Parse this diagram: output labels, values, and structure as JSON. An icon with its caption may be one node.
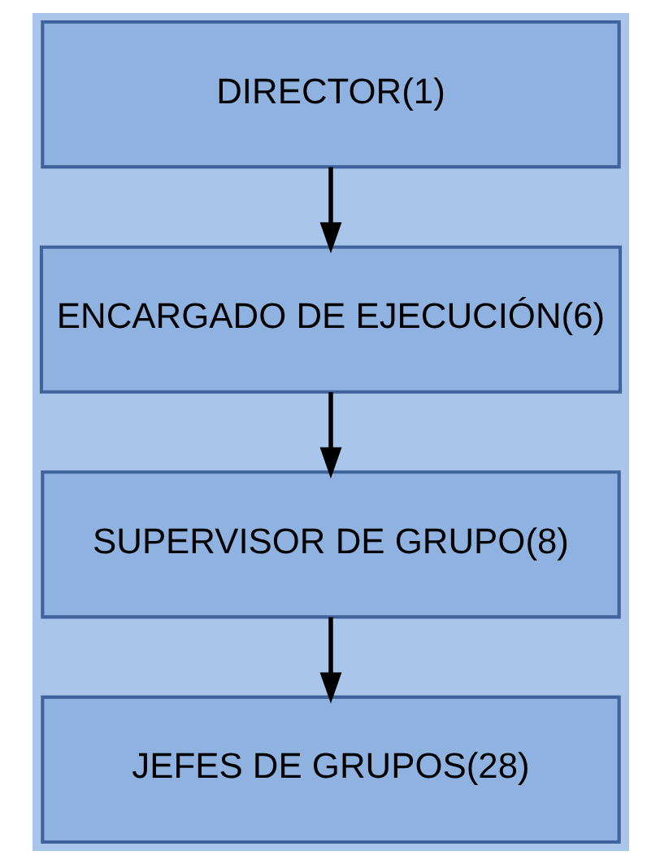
{
  "diagram": {
    "nodes": [
      {
        "text": [
          "DIRECTOR(1)"
        ]
      },
      {
        "text": [
          "ENCARGADO DE EJECUCIÓN(6)"
        ]
      },
      {
        "text": [
          "SUPERVISOR DE GRUPO(8)"
        ]
      },
      {
        "text": [
          "JEFES DE GRUPOS(28)"
        ]
      }
    ],
    "edges": [
      {
        "from": 0,
        "to": 1,
        "arrow": "to"
      },
      {
        "from": 1,
        "to": 2,
        "arrow": "to"
      },
      {
        "from": 2,
        "to": 3,
        "arrow": "to"
      }
    ]
  }
}
